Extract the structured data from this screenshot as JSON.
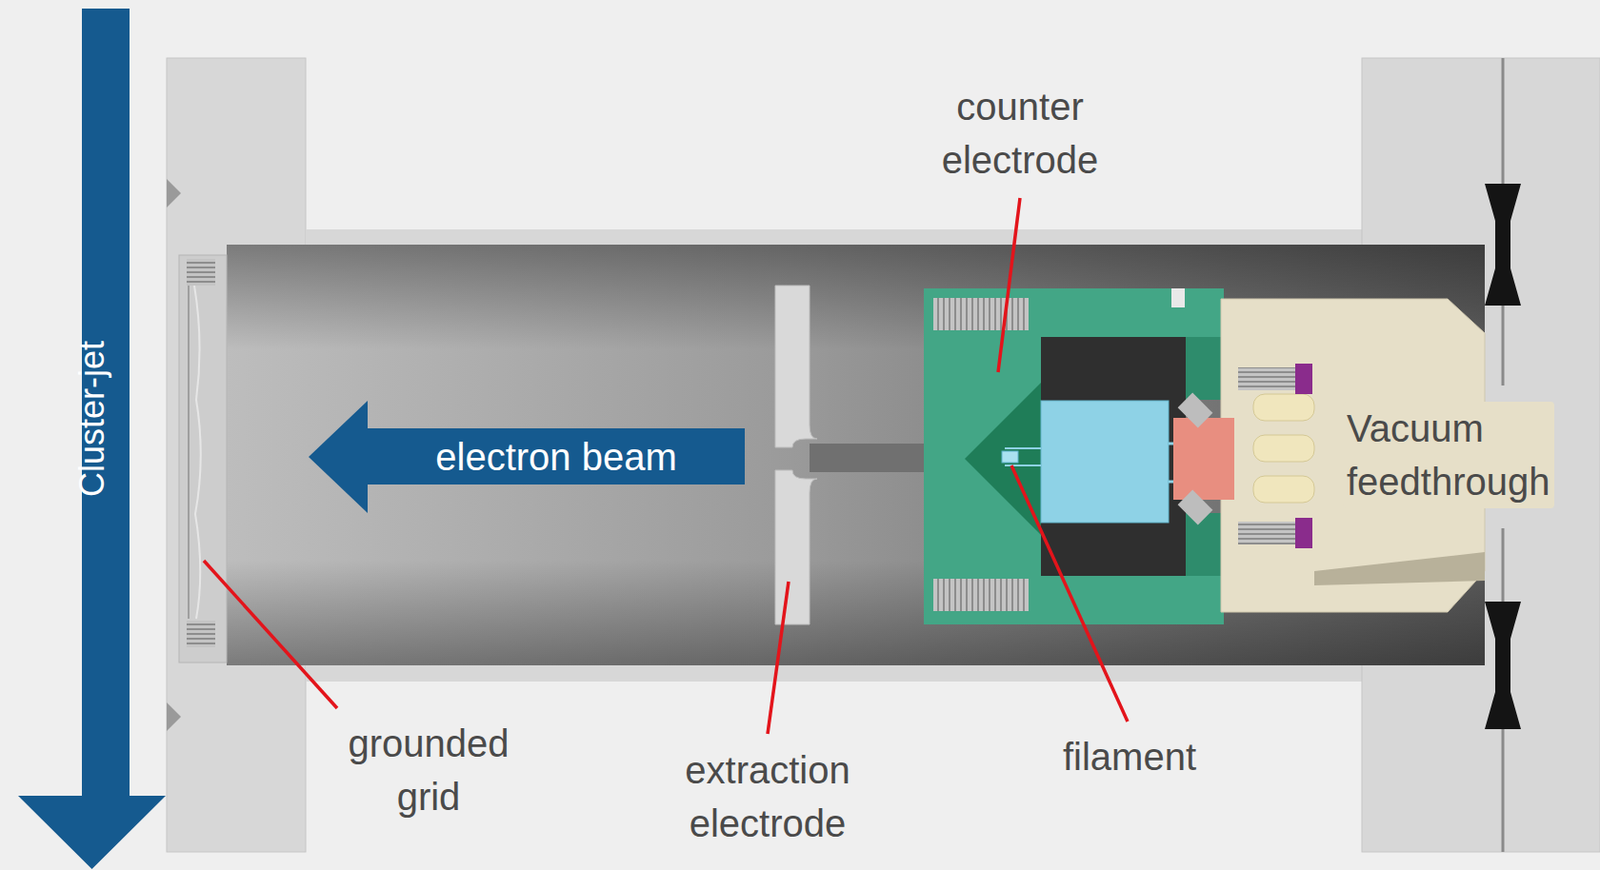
{
  "diagram": {
    "nodes": [
      {
        "text": [
          "Cluster-jet"
        ]
      },
      {
        "text": [
          "electron beam"
        ]
      }
    ],
    "labels": [
      "counter electrode",
      "Vacuum feedthrough",
      "filament",
      "extraction electrode",
      "grounded grid"
    ]
  }
}
